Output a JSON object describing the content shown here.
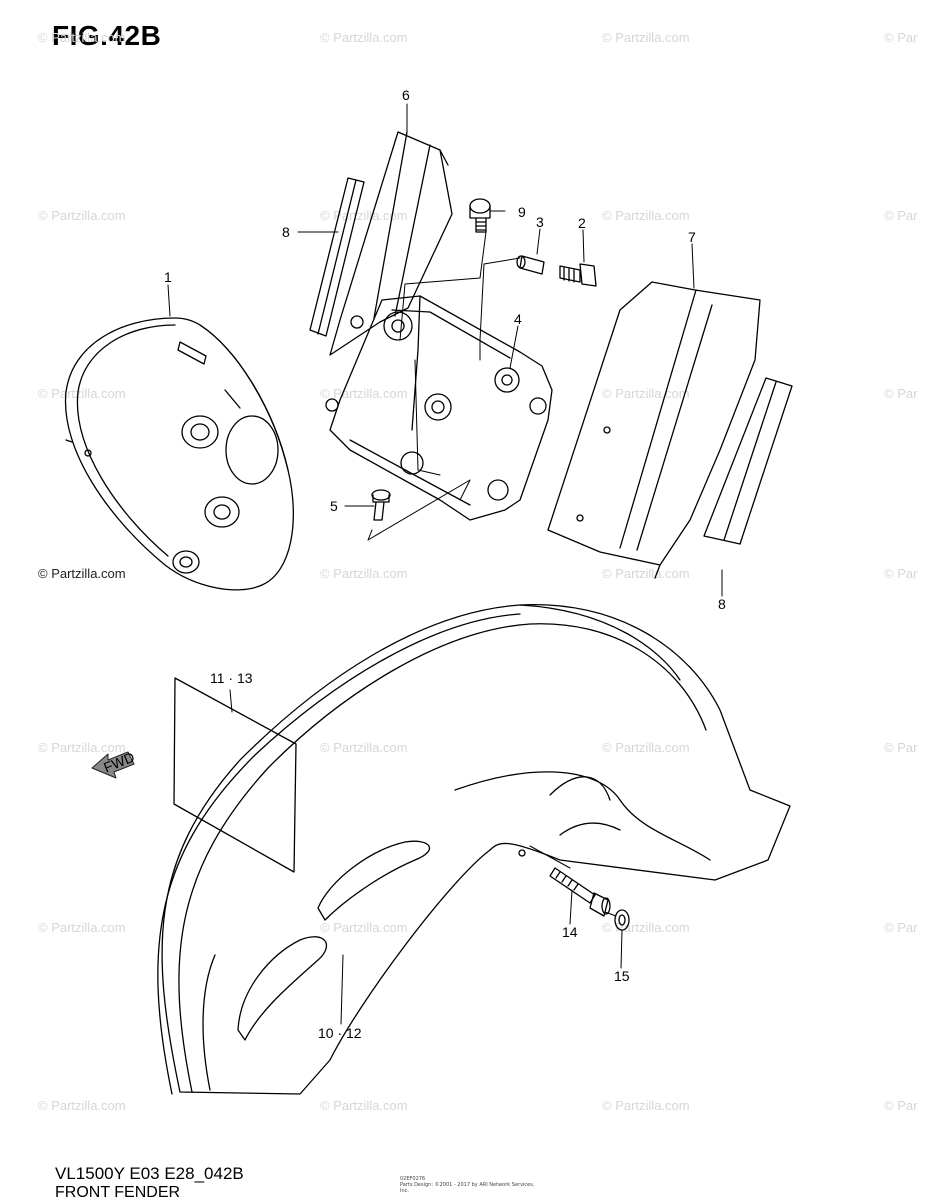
{
  "figure": {
    "title": "FIG.42B",
    "model_code": "VL1500Y E03 E28_042B",
    "part_group_name": "FRONT FENDER",
    "fine_print": [
      "02EF0276",
      "Parts Design: ©2001 - 2017 by ARI Network Services, Inc."
    ],
    "credit": "© Partzilla.com",
    "watermark": "© Partzilla.com",
    "watermark_edge": "© Par"
  },
  "callouts": [
    {
      "id": "1",
      "label": "1"
    },
    {
      "id": "2",
      "label": "2"
    },
    {
      "id": "3",
      "label": "3"
    },
    {
      "id": "4",
      "label": "4"
    },
    {
      "id": "5",
      "label": "5"
    },
    {
      "id": "6",
      "label": "6"
    },
    {
      "id": "7",
      "label": "7"
    },
    {
      "id": "8a",
      "label": "8"
    },
    {
      "id": "8b",
      "label": "8"
    },
    {
      "id": "9",
      "label": "9"
    },
    {
      "id": "10-12",
      "label": "10 · 12"
    },
    {
      "id": "11-13",
      "label": "11 · 13"
    },
    {
      "id": "14",
      "label": "14"
    },
    {
      "id": "15",
      "label": "15"
    }
  ],
  "fwd_label": "FWD",
  "colors": {
    "line": "#000000",
    "watermark": "#d6d6d6",
    "background": "#ffffff"
  }
}
